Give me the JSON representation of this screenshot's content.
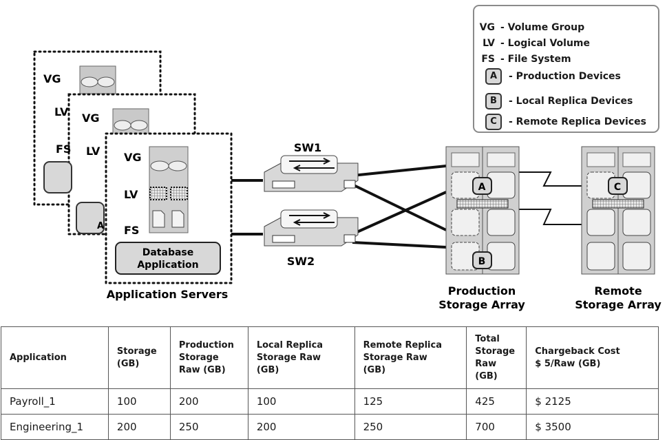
{
  "legend": {
    "items": [
      {
        "key": "VG",
        "label": "- Volume Group"
      },
      {
        "key": "LV",
        "label": "- Logical Volume"
      },
      {
        "key": "FS",
        "label": "- File System"
      }
    ],
    "badges": [
      {
        "key": "A",
        "label": "- Production Devices"
      },
      {
        "key": "B",
        "label": "- Local Replica Devices"
      },
      {
        "key": "C",
        "label": "- Remote Replica Devices"
      }
    ]
  },
  "servers": {
    "vg": "VG",
    "lv": "LV",
    "fs": "FS",
    "back2_fs_partial": "FS",
    "back1_lv_partial": "LV",
    "back2_lv_partial": "LV",
    "app_label_line1": "Database",
    "app_label_line2": "Application",
    "back1_app_partial": "A",
    "caption": "Application Servers"
  },
  "switches": {
    "sw1": "SW1",
    "sw2": "SW2"
  },
  "arrays": {
    "production_line1": "Production",
    "production_line2": "Storage Array",
    "remote_line1": "Remote",
    "remote_line2": "Storage Array",
    "badge_a": "A",
    "badge_b": "B",
    "badge_c": "C"
  },
  "table": {
    "headers": [
      [
        "Application"
      ],
      [
        "Storage",
        "(GB)"
      ],
      [
        "Production",
        "Storage",
        "Raw (GB)"
      ],
      [
        "Local Replica",
        "Storage Raw",
        "(GB)"
      ],
      [
        "Remote Replica",
        "Storage Raw",
        "(GB)"
      ],
      [
        "Total",
        "Storage",
        "Raw (GB)"
      ],
      [
        "Chargeback Cost",
        "$ 5/Raw (GB)"
      ]
    ],
    "rows": [
      [
        "Payroll_1",
        "100",
        "200",
        "100",
        "125",
        "425",
        "$ 2125"
      ],
      [
        "Engineering_1",
        "200",
        "250",
        "200",
        "250",
        "700",
        "$ 3500"
      ]
    ]
  }
}
